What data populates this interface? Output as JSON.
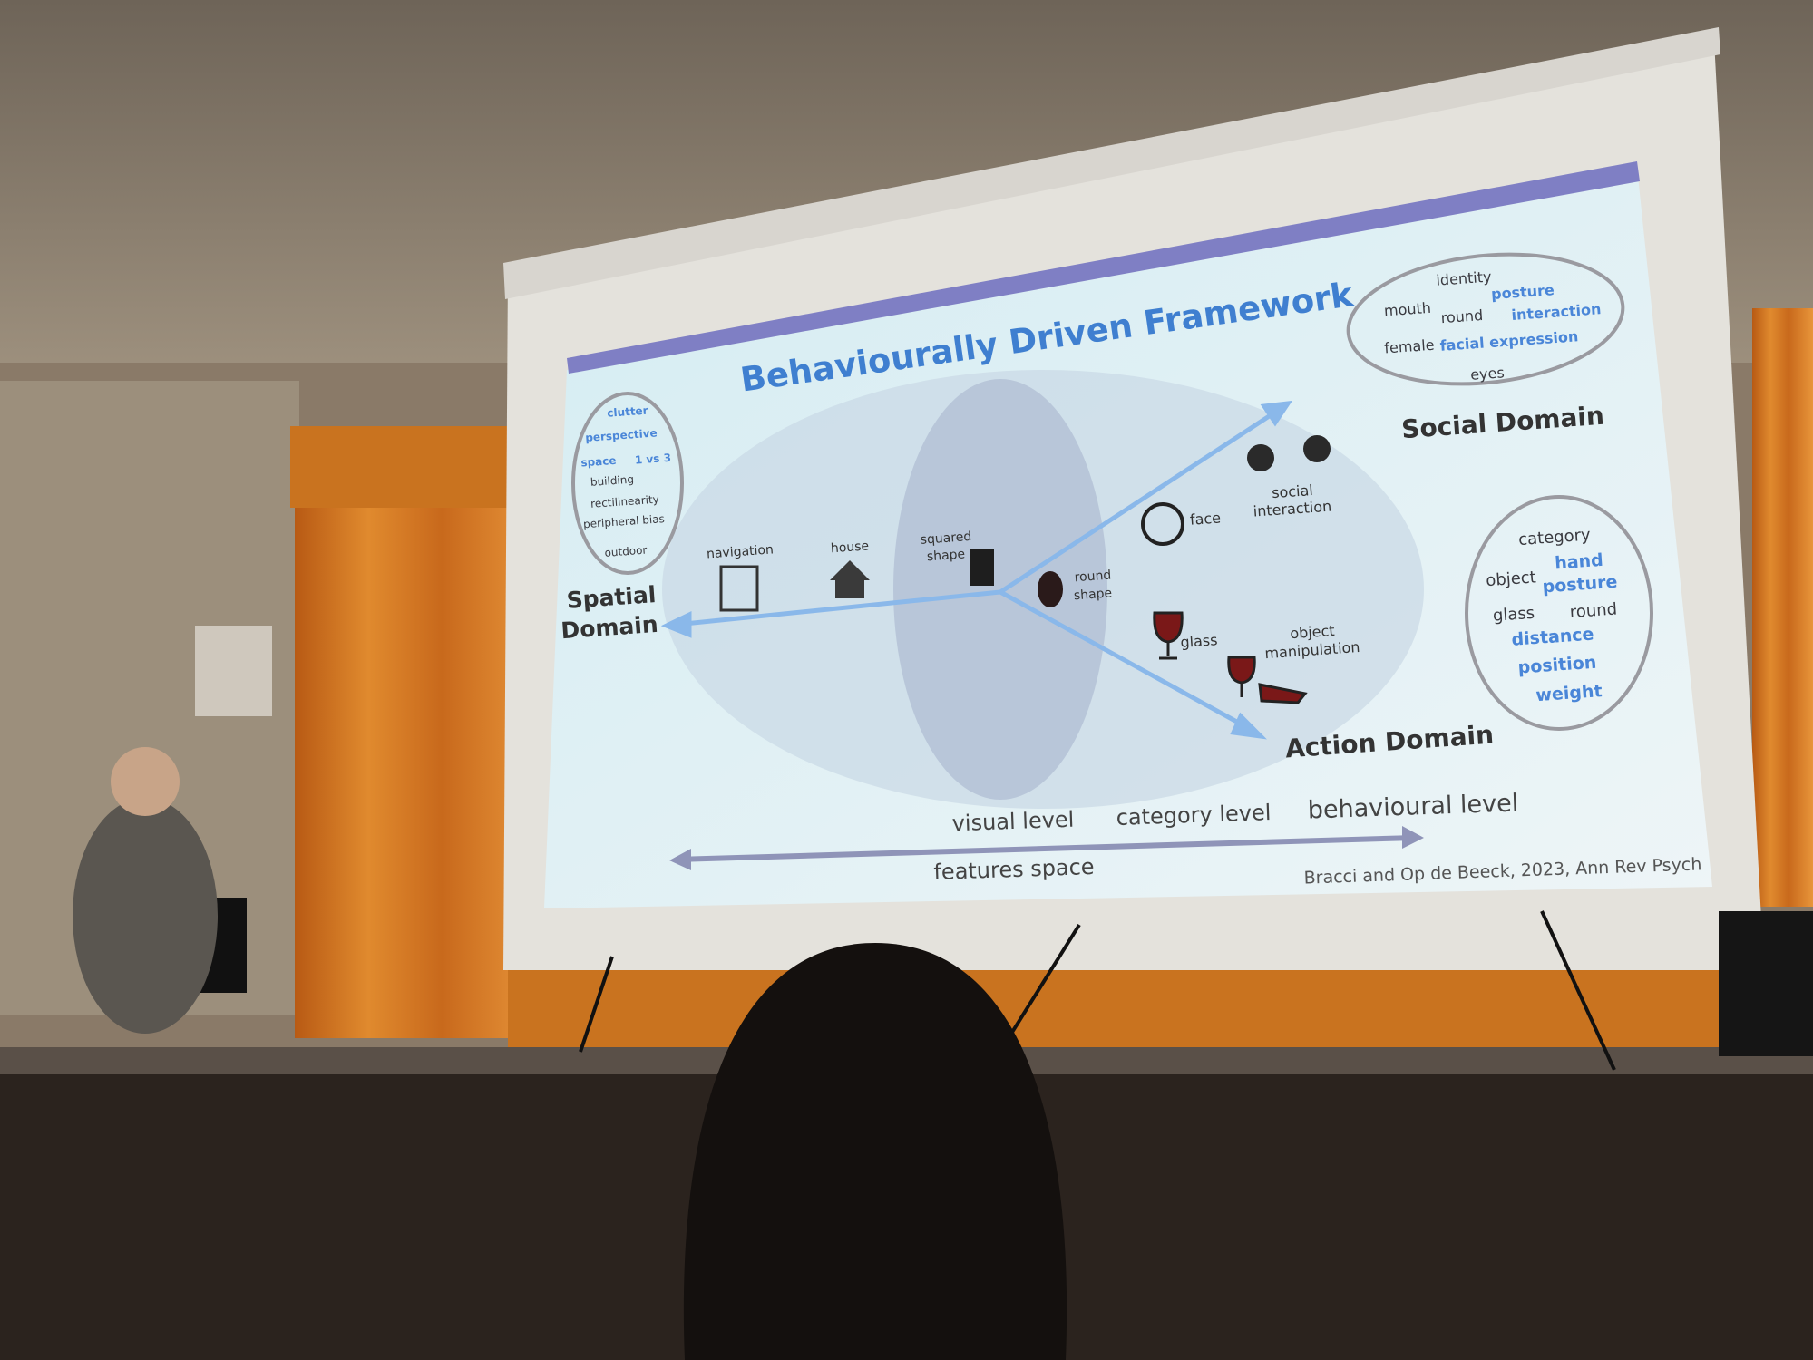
{
  "slide": {
    "title": "Behaviourally Driven Framework",
    "social": {
      "domain": "Social Domain",
      "words_dark": [
        "identity",
        "mouth",
        "round",
        "female",
        "eyes"
      ],
      "words_blue": [
        "posture",
        "interaction",
        "facial expression"
      ]
    },
    "spatial": {
      "domain_line1": "Spatial",
      "domain_line2": "Domain",
      "words_blue": [
        "clutter",
        "perspective",
        "space",
        "1 vs 3"
      ],
      "words_dark": [
        "building",
        "rectilinearity",
        "peripheral bias",
        "outdoor"
      ]
    },
    "action": {
      "domain": "Action Domain",
      "words_dark": [
        "category",
        "object",
        "glass",
        "round"
      ],
      "words_blue": [
        "hand",
        "posture",
        "distance",
        "position",
        "weight"
      ]
    },
    "labels": {
      "navigation": "navigation",
      "house": "house",
      "squared_shape_1": "squared",
      "squared_shape_2": "shape",
      "round_shape_1": "round",
      "round_shape_2": "shape",
      "face": "face",
      "social_interaction_1": "social",
      "social_interaction_2": "interaction",
      "glass": "glass",
      "object_manipulation_1": "object",
      "object_manipulation_2": "manipulation"
    },
    "levels": {
      "visual": "visual level",
      "category": "category level",
      "behavioural": "behavioural level",
      "features_space": "features space"
    },
    "citation": "Bracci and Op de Beeck, 2023, Ann Rev Psych"
  },
  "colors": {
    "accent_blue": "#4a86d8",
    "slide_bg": "#dfeef4",
    "curtain": "#d9781f"
  }
}
